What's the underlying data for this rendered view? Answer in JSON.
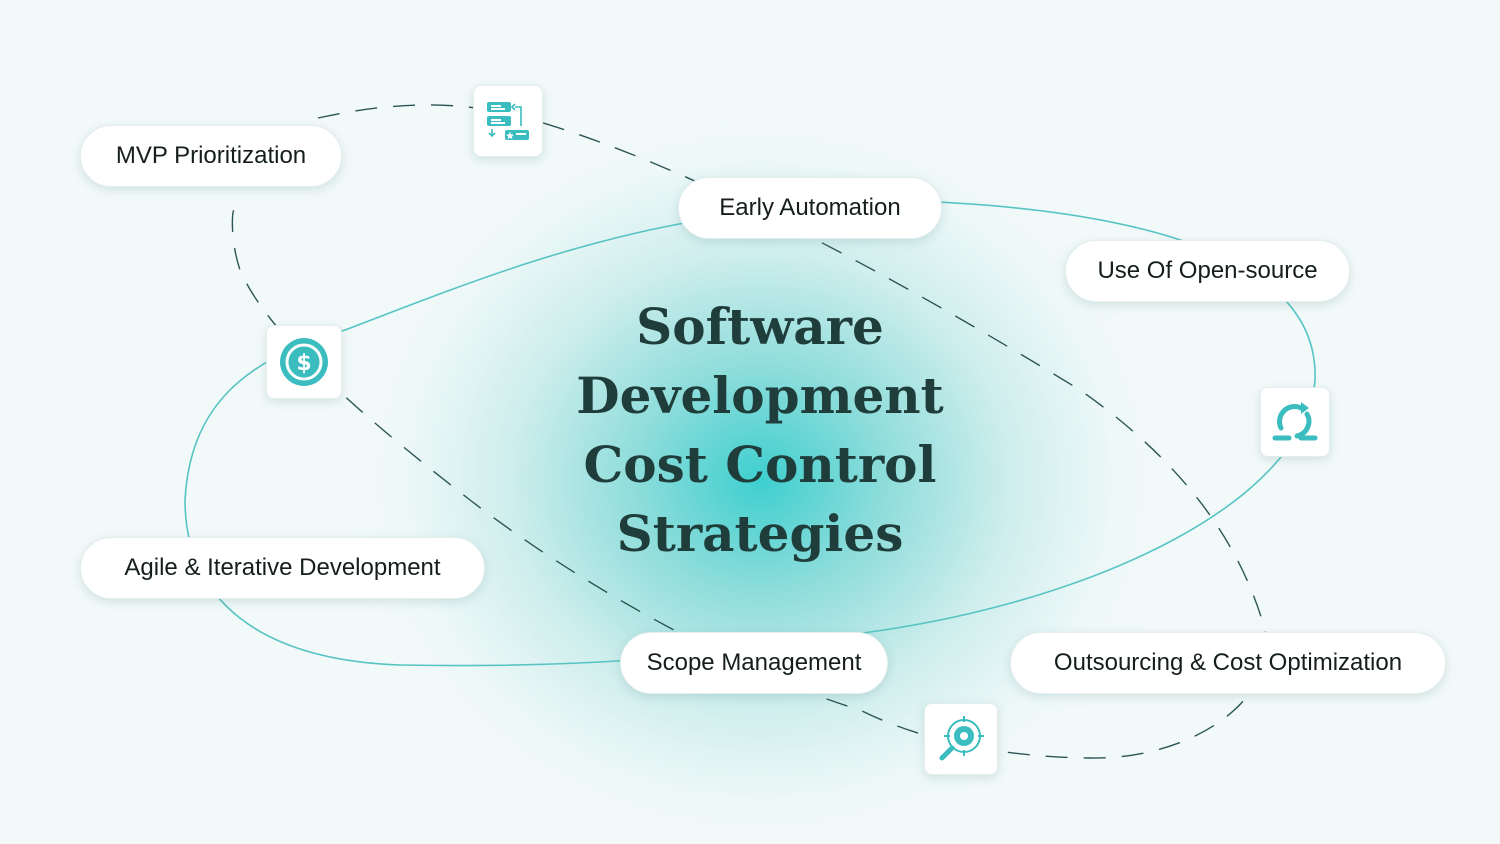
{
  "title": {
    "line1": "Software",
    "line2": "Development",
    "line3": "Cost Control",
    "line4": "Strategies"
  },
  "strategies": {
    "mvp": "MVP Prioritization",
    "early_automation": "Early Automation",
    "open_source": "Use Of Open-source",
    "agile": "Agile & Iterative Development",
    "scope": "Scope Management",
    "outsourcing": "Outsourcing & Cost Optimization"
  },
  "icons": {
    "top": "task-priority-icon",
    "left": "dollar-coin-icon",
    "right": "cycle-arrows-icon",
    "bottom": "search-target-icon"
  },
  "colors": {
    "accent": "#3bbdc0",
    "title": "#1f3d3b",
    "line": "#57c4c4"
  }
}
